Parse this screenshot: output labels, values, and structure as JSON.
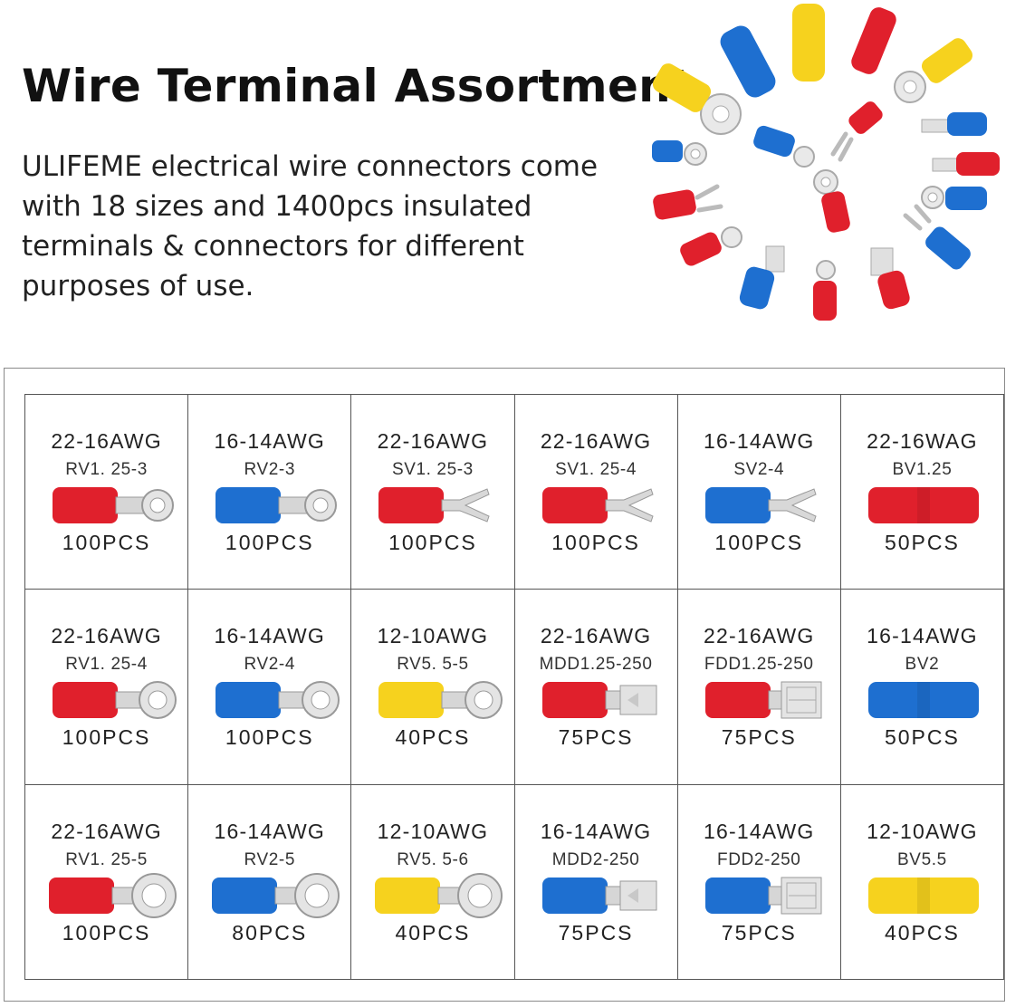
{
  "header": {
    "title": "Wire Terminal Assortment",
    "description": "ULIFEME electrical wire connectors come with 18 sizes and 1400pcs insulated terminals & connectors for different purposes of use."
  },
  "colors": {
    "red": "#e0202c",
    "blue": "#1e6fd0",
    "yellow": "#f6d21e",
    "metal": "#cfcfcf"
  },
  "items": [
    {
      "awg": "22-16AWG",
      "model": "RV1. 25-3",
      "qty": "100PCS",
      "color": "red",
      "kind": "ring-s"
    },
    {
      "awg": "16-14AWG",
      "model": "RV2-3",
      "qty": "100PCS",
      "color": "blue",
      "kind": "ring-s"
    },
    {
      "awg": "22-16AWG",
      "model": "SV1. 25-3",
      "qty": "100PCS",
      "color": "red",
      "kind": "fork"
    },
    {
      "awg": "22-16AWG",
      "model": "SV1. 25-4",
      "qty": "100PCS",
      "color": "red",
      "kind": "fork"
    },
    {
      "awg": "16-14AWG",
      "model": "SV2-4",
      "qty": "100PCS",
      "color": "blue",
      "kind": "fork"
    },
    {
      "awg": "22-16WAG",
      "model": "BV1.25",
      "qty": "50PCS",
      "color": "red",
      "kind": "butt"
    },
    {
      "awg": "22-16AWG",
      "model": "RV1. 25-4",
      "qty": "100PCS",
      "color": "red",
      "kind": "ring-m"
    },
    {
      "awg": "16-14AWG",
      "model": "RV2-4",
      "qty": "100PCS",
      "color": "blue",
      "kind": "ring-m"
    },
    {
      "awg": "12-10AWG",
      "model": "RV5. 5-5",
      "qty": "40PCS",
      "color": "yellow",
      "kind": "ring-m"
    },
    {
      "awg": "22-16AWG",
      "model": "MDD1.25-250",
      "qty": "75PCS",
      "color": "red",
      "kind": "male"
    },
    {
      "awg": "22-16AWG",
      "model": "FDD1.25-250",
      "qty": "75PCS",
      "color": "red",
      "kind": "female"
    },
    {
      "awg": "16-14AWG",
      "model": "BV2",
      "qty": "50PCS",
      "color": "blue",
      "kind": "butt"
    },
    {
      "awg": "22-16AWG",
      "model": "RV1. 25-5",
      "qty": "100PCS",
      "color": "red",
      "kind": "ring-l"
    },
    {
      "awg": "16-14AWG",
      "model": "RV2-5",
      "qty": "80PCS",
      "color": "blue",
      "kind": "ring-l"
    },
    {
      "awg": "12-10AWG",
      "model": "RV5. 5-6",
      "qty": "40PCS",
      "color": "yellow",
      "kind": "ring-l"
    },
    {
      "awg": "16-14AWG",
      "model": "MDD2-250",
      "qty": "75PCS",
      "color": "blue",
      "kind": "male"
    },
    {
      "awg": "16-14AWG",
      "model": "FDD2-250",
      "qty": "75PCS",
      "color": "blue",
      "kind": "female"
    },
    {
      "awg": "12-10AWG",
      "model": "BV5.5",
      "qty": "40PCS",
      "color": "yellow",
      "kind": "butt"
    }
  ]
}
